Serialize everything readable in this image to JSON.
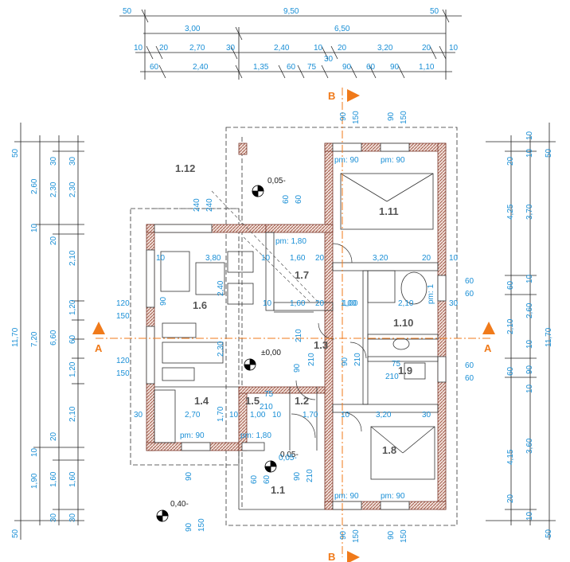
{
  "colors": {
    "dimension": "#1a8fd6",
    "wall": "#a35b4a",
    "axis": "#f07a1a",
    "line": "#222222"
  },
  "sections": {
    "a_left": "A",
    "a_right": "A",
    "b_top": "B",
    "b_bottom": "B"
  },
  "top_dims": {
    "row1": [
      "50",
      "9,50",
      "50"
    ],
    "row2": [
      "3,00",
      "6,50"
    ],
    "row3": [
      "10",
      "20",
      "2,70",
      "30",
      "2,40",
      "10",
      "20",
      "3,20",
      "20",
      "10"
    ],
    "row3_small": "30",
    "row4": [
      "60",
      "2,40",
      "1,35",
      "60",
      "75",
      "90",
      "60",
      "90",
      "1,10"
    ]
  },
  "left_dims": {
    "col1": [
      "50",
      "11,70",
      "50"
    ],
    "col2": [
      "2,60",
      "10",
      "7,20",
      "10",
      "1,90"
    ],
    "col3": [
      "30",
      "2,30",
      "20",
      "6,60",
      "20",
      "1,60",
      "30"
    ],
    "col4": [
      "30",
      "2,30",
      "2,10",
      "1,20",
      "60",
      "1,20",
      "2,10",
      "1,60",
      "30"
    ]
  },
  "right_dims": {
    "col1": [
      "10",
      "50",
      "11,70",
      "50"
    ],
    "col2": [
      "20",
      "4,25",
      "60",
      "2,10",
      "60",
      "4,15",
      "20"
    ],
    "col3": [
      "10",
      "3,70",
      "10",
      "2,60",
      "10",
      "90",
      "10",
      "3,60",
      "10"
    ]
  },
  "rooms": [
    "1.1",
    "1.2",
    "1.3",
    "1.4",
    "1.5",
    "1.6",
    "1.7",
    "1.8",
    "1.9",
    "1.10",
    "1.11",
    "1.12"
  ],
  "levels": [
    "0,05-",
    "±0,00",
    "0,05-",
    "0,40-"
  ],
  "inner_dims": [
    "240",
    "240",
    "60",
    "60",
    "pm: 1,80",
    "10",
    "3,80",
    "10",
    "1,60",
    "20",
    "3,20",
    "20",
    "10",
    "2,40",
    "90",
    "1,60",
    "20",
    "1,00",
    "2,10",
    "10",
    "30",
    "120",
    "150",
    "120",
    "150",
    "60",
    "60",
    "60",
    "60",
    "30",
    "2,30",
    "1,00",
    "1,70",
    "210",
    "90",
    "90",
    "210",
    "210",
    "75",
    "210",
    "2,70",
    "10",
    "1,00",
    "10",
    "1,70",
    "10",
    "3,20",
    "30",
    "pm: 90",
    "pm: 1,80",
    "0,05-",
    "60",
    "90",
    "60",
    "90",
    "210",
    "pm: 90",
    "pm: 90",
    "pm: 90",
    "pm: 90",
    "90",
    "150",
    "90",
    "150",
    "90",
    "150",
    "90",
    "150",
    "90",
    "150",
    "75",
    "210",
    "pm: 1"
  ]
}
